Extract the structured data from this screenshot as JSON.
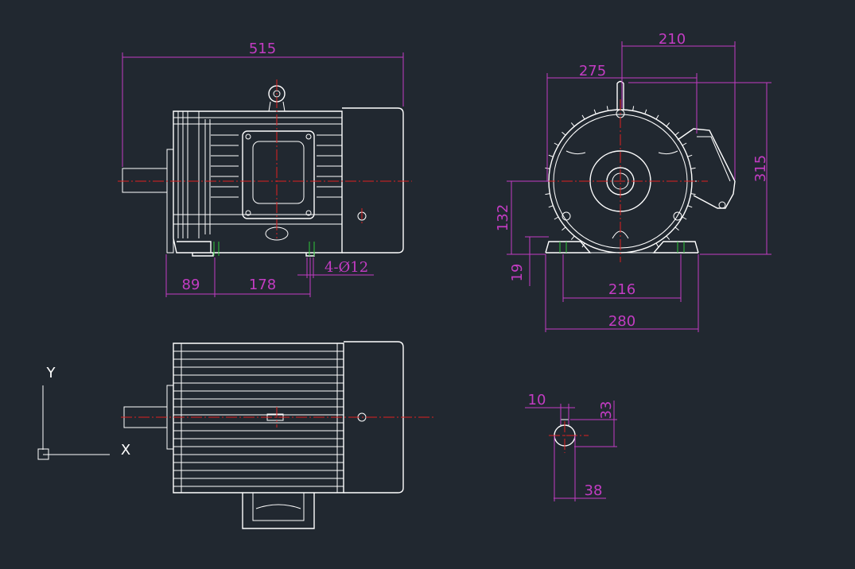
{
  "drawing": {
    "colors": {
      "background": "#212830",
      "outline": "#ffffff",
      "dimension": "#c33cc3",
      "centerline": "#e02020",
      "hidden": "#2ec83a"
    },
    "dimensions": {
      "front_overall_length": "515",
      "front_shaft_to_foot_hole": "89",
      "front_foot_hole_spacing": "178",
      "front_hole_callout": "4-Ø12",
      "end_overall_width_tbox": "210",
      "end_frame_width": "275",
      "end_overall_height": "315",
      "end_shaft_center_height": "132",
      "end_foot_thickness": "19",
      "end_foot_hole_spacing": "216",
      "end_base_width": "280",
      "key_width": "10",
      "key_height": "33",
      "shaft_diameter": "38"
    },
    "ucs": {
      "x_label": "X",
      "y_label": "Y"
    }
  }
}
